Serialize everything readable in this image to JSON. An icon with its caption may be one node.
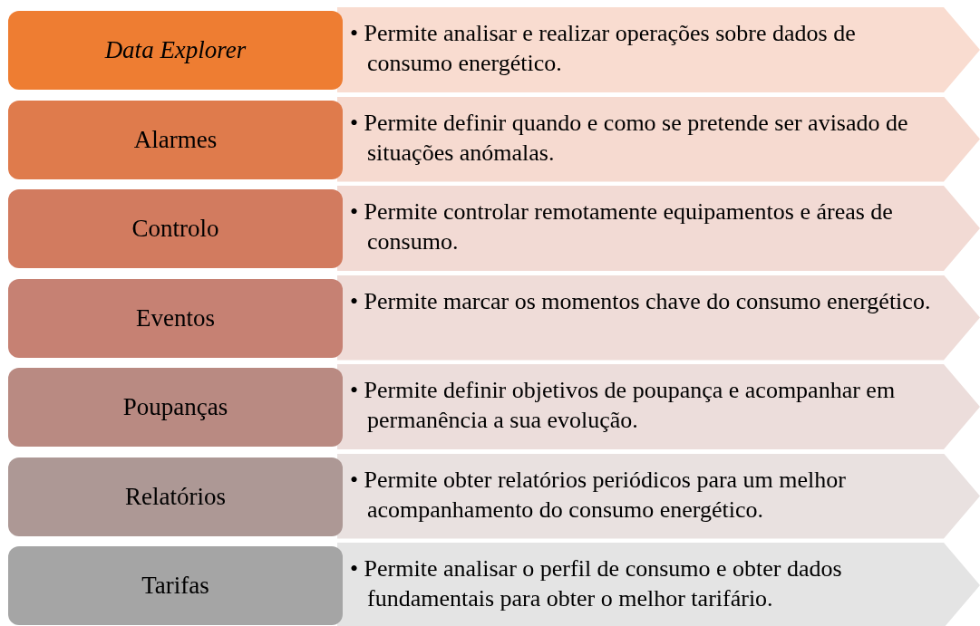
{
  "diagram": {
    "nodes": [
      {
        "text": [
          "Data Explorer"
        ]
      },
      {
        "text": [
          "• Permite analisar e realizar operações sobre dados de consumo energético."
        ]
      },
      {
        "text": [
          "Alarmes"
        ]
      },
      {
        "text": [
          "• Permite definir quando e como se pretende ser avisado de situações anómalas."
        ]
      },
      {
        "text": [
          "Controlo"
        ]
      },
      {
        "text": [
          "• Permite controlar remotamente equipamentos e áreas de consumo."
        ]
      },
      {
        "text": [
          "Eventos"
        ]
      },
      {
        "text": [
          "• Permite marcar os momentos chave do consumo energético."
        ]
      },
      {
        "text": [
          "Poupanças"
        ]
      },
      {
        "text": [
          "• Permite definir objetivos de poupança e acompanhar em permanência a sua evolução."
        ]
      },
      {
        "text": [
          "Relatórios"
        ]
      },
      {
        "text": [
          "• Permite obter relatórios periódicos para um melhor acompanhamento do consumo energético."
        ]
      },
      {
        "text": [
          "Tarifas"
        ]
      },
      {
        "text": [
          "• Permite analisar o perfil de consumo e obter dados fundamentais para obter o melhor tarifário."
        ]
      }
    ]
  }
}
